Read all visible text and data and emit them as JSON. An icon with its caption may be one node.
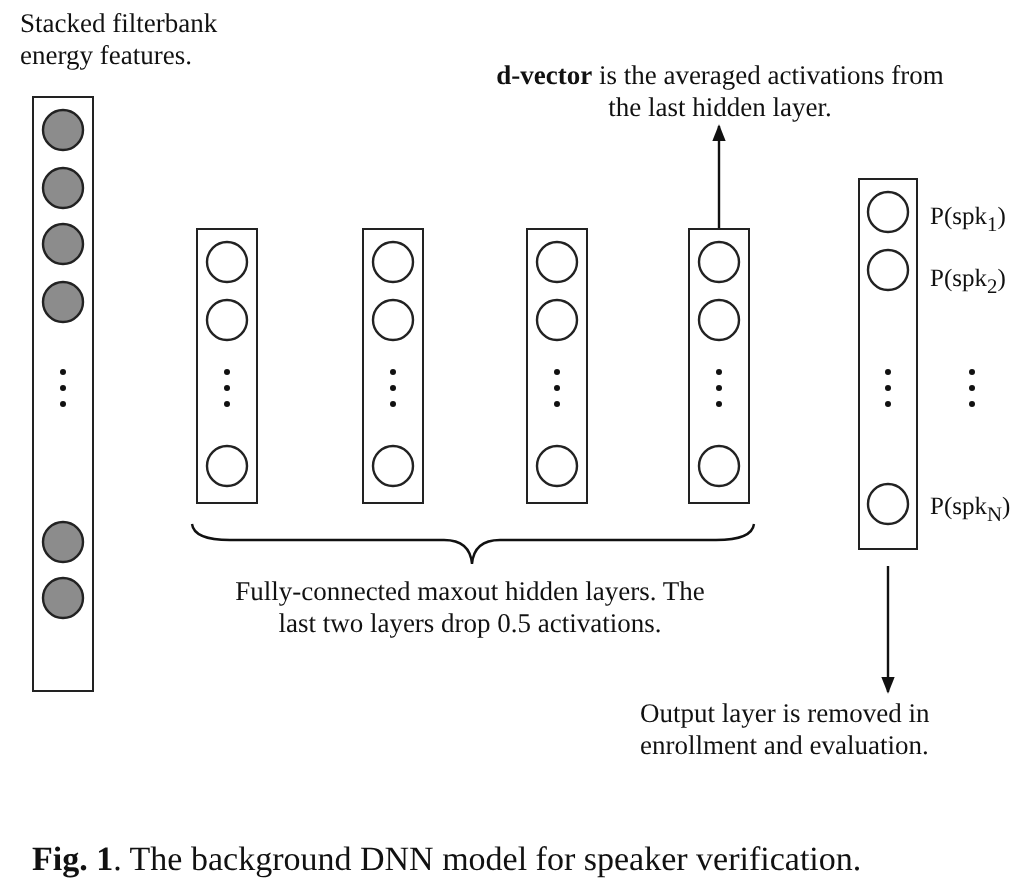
{
  "diagram": {
    "caption": "**Fig. 1**. The background DNN model for speaker verification.",
    "nodes": [
      {
        "text": [
          "Stacked filterbank energy features."
        ]
      },
      {
        "text": [],
        "shape": "box"
      },
      {
        "text": [],
        "shape": "box"
      },
      {
        "text": [],
        "shape": "box"
      },
      {
        "text": [],
        "shape": "box"
      },
      {
        "text": [],
        "shape": "box",
        "beside": [
          "P(spk$_{1}$)",
          "P(spk$_{2}$)",
          "P(spk$_{N}$)"
        ]
      },
      {
        "text": [
          "**d-vector** is the averaged activations from the last hidden layer."
        ]
      },
      {
        "text": [
          "Output layer is removed in enrollment and evaluation."
        ]
      }
    ],
    "edges": [
      {
        "from": 4,
        "to": 6,
        "arrow": "to"
      },
      {
        "from": 5,
        "to": 7,
        "arrow": "to"
      }
    ],
    "labels": [
      "Fully-connected maxout hidden layers. The last two layers drop 0.5 activations."
    ]
  }
}
